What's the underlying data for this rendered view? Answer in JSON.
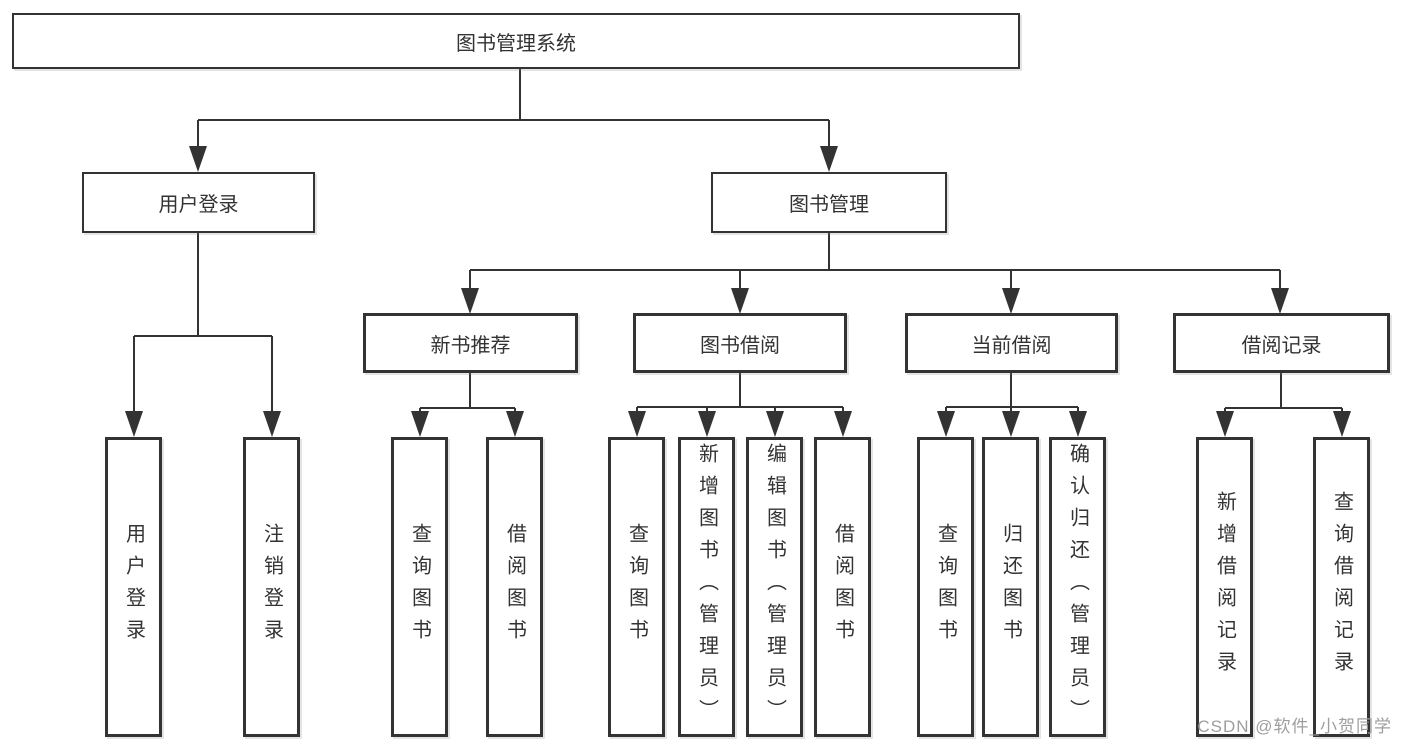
{
  "diagram": {
    "line_color": "#333333",
    "tree": {
      "root": {
        "label": "图书管理系统"
      },
      "children": [
        {
          "label": "用户登录",
          "children": [
            {
              "label": "用户登录"
            },
            {
              "label": "注销登录"
            }
          ]
        },
        {
          "label": "图书管理",
          "children": [
            {
              "label": "新书推荐",
              "children": [
                {
                  "label": "查询图书"
                },
                {
                  "label": "借阅图书"
                }
              ]
            },
            {
              "label": "图书借阅",
              "children": [
                {
                  "label": "查询图书"
                },
                {
                  "label": "新增图书（管理员）"
                },
                {
                  "label": "编辑图书（管理员）"
                },
                {
                  "label": "借阅图书"
                }
              ]
            },
            {
              "label": "当前借阅",
              "children": [
                {
                  "label": "查询图书"
                },
                {
                  "label": "归还图书"
                },
                {
                  "label": "确认归还（管理员）"
                }
              ]
            },
            {
              "label": "借阅记录",
              "children": [
                {
                  "label": "新增借阅记录"
                },
                {
                  "label": "查询借阅记录"
                }
              ]
            }
          ]
        }
      ]
    }
  },
  "watermark": {
    "text": "CSDN @软件_小贺同学",
    "color": "#9e9e9e"
  }
}
